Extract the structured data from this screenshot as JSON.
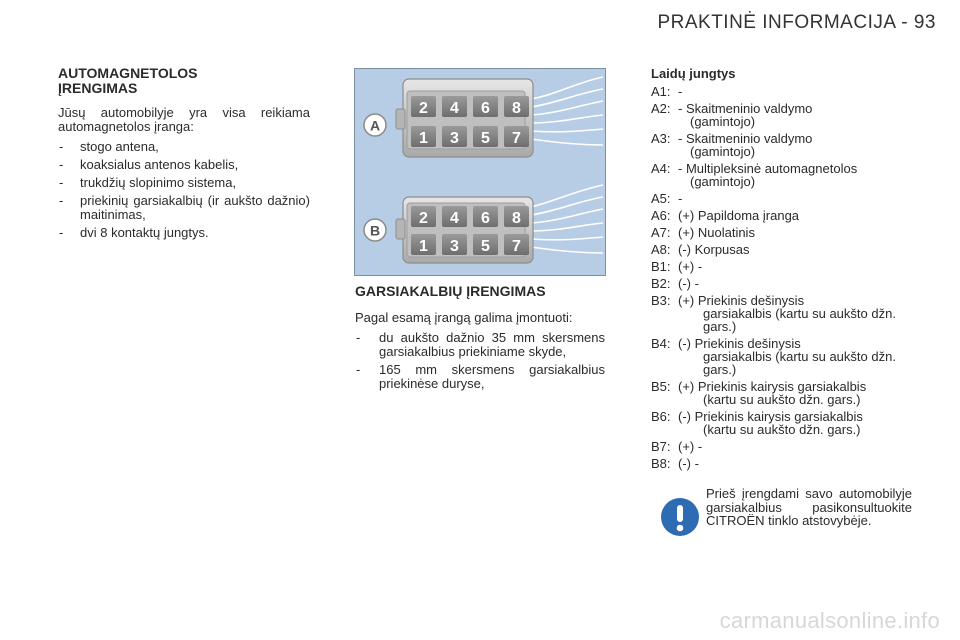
{
  "header": {
    "title": "PRAKTINĖ INFORMACIJA - 93"
  },
  "section1": {
    "title_line1": "AUTOMAGNETOLOS",
    "title_line2": "ĮRENGIMAS",
    "intro": "Jūsų automobilyje yra visa reikiama automagnetolos įranga:",
    "items": [
      "stogo antena,",
      "koaksialus antenos kabelis,",
      "trukdžių slopinimo sistema,",
      "priekinių garsiakalbių (ir aukšto dažnio) maitinimas,",
      "dvi 8 kontaktų jungtys."
    ]
  },
  "diagram": {
    "connectors": [
      {
        "label": "A",
        "top_pins": [
          "2",
          "4",
          "6",
          "8"
        ],
        "bottom_pins": [
          "1",
          "3",
          "5",
          "7"
        ]
      },
      {
        "label": "B",
        "top_pins": [
          "2",
          "4",
          "6",
          "8"
        ],
        "bottom_pins": [
          "1",
          "3",
          "5",
          "7"
        ]
      }
    ],
    "colors": {
      "background": "#b7cde6",
      "housing": "#d6d6d6",
      "pin": "#8a8a8a"
    }
  },
  "section2": {
    "title": "GARSIAKALBIŲ ĮRENGIMAS",
    "intro": "Pagal esamą įrangą galima įmontuoti:",
    "items": [
      "du aukšto dažnio 35 mm skersmens garsiakalbius priekiniame skyde,",
      "165 mm skersmens garsiakalbius priekinėse duryse,"
    ]
  },
  "wiring": {
    "title": "Laidų jungtys",
    "rows": [
      {
        "code": "A1:",
        "text": "-"
      },
      {
        "code": "A2:",
        "text": "- Skaitmeninio valdymo",
        "cont": "(gamintojo)"
      },
      {
        "code": "A3:",
        "text": "- Skaitmeninio valdymo",
        "cont": "(gamintojo)"
      },
      {
        "code": "A4:",
        "text": "- Multipleksinė automagnetolos",
        "cont": "(gamintojo)"
      },
      {
        "code": "A5:",
        "text": "-"
      },
      {
        "code": "A6:",
        "text": "(+) Papildoma įranga"
      },
      {
        "code": "A7:",
        "text": "(+) Nuolatinis"
      },
      {
        "code": "A8:",
        "text": "(-) Korpusas"
      },
      {
        "code": "B1:",
        "text": "(+) -"
      },
      {
        "code": "B2:",
        "text": "(-) -"
      },
      {
        "code": "B3:",
        "text": "(+) Priekinis dešinysis",
        "cont": "garsiakalbis (kartu su aukšto džn. gars.)"
      },
      {
        "code": "B4:",
        "text": "(-) Priekinis dešinysis",
        "cont": "garsiakalbis (kartu su aukšto džn. gars.)"
      },
      {
        "code": "B5:",
        "text": "(+) Priekinis kairysis garsiakalbis",
        "cont": "(kartu su aukšto džn. gars.)"
      },
      {
        "code": "B6:",
        "text": "(-) Priekinis kairysis garsiakalbis",
        "cont": "(kartu su aukšto džn. gars.)"
      },
      {
        "code": "B7:",
        "text": "(+) -"
      },
      {
        "code": "B8:",
        "text": "(-) -"
      }
    ]
  },
  "note": {
    "icon": "exclamation-icon",
    "text": "Prieš įrengdami savo automobilyje garsiakalbius pasikonsultuokite CITROËN tinklo atstovybėje."
  },
  "watermark": "carmanualsonline.info"
}
